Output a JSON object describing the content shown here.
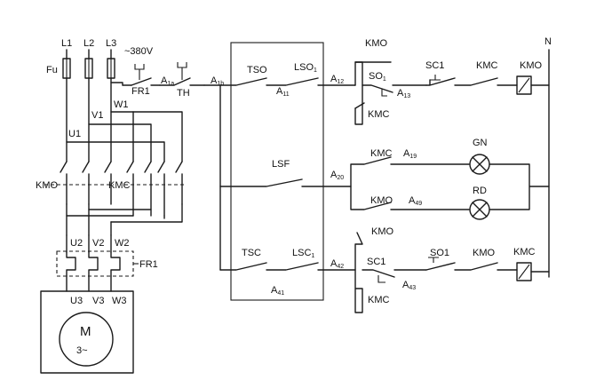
{
  "supply": {
    "phases": [
      "L1",
      "L2",
      "L3"
    ],
    "neutral": "N",
    "voltage": "~380V",
    "fuse": "Fu"
  },
  "power_circuit": {
    "intermediate": [
      "U1",
      "V1",
      "W1"
    ],
    "contactor_open": "KMO",
    "contactor_close": "KMC",
    "motor_terminals_top": [
      "U2",
      "V2",
      "W2"
    ],
    "overload_relay": "FR1",
    "motor_terminals": [
      "U3",
      "V3",
      "W3"
    ],
    "motor_label": "M",
    "motor_phase": "3~"
  },
  "control_circuit": {
    "fr1": "FR1",
    "th": "TH",
    "node_a1a": {
      "main": "A",
      "sub": "1a"
    },
    "node_a1b": {
      "main": "A",
      "sub": "1b"
    },
    "tso": "TSO",
    "lso1": {
      "main": "LSO",
      "sub": "1"
    },
    "node_a11": {
      "main": "A",
      "sub": "11"
    },
    "node_a12": {
      "main": "A",
      "sub": "12"
    },
    "kmo_top": "KMO",
    "so1_top": {
      "main": "SO",
      "sub": "1"
    },
    "node_a13": {
      "main": "A",
      "sub": "13"
    },
    "sc1_top": "SC1",
    "kmc_top": "KMC",
    "kmo_coil": "KMO",
    "kmc_hold": "KMC",
    "lsf": "LSF",
    "node_a20": {
      "main": "A",
      "sub": "20"
    },
    "kmc_gn": "KMC",
    "node_a19": {
      "main": "A",
      "sub": "19"
    },
    "gn": "GN",
    "kmo_rd": "KMO",
    "node_a49": {
      "main": "A",
      "sub": "49"
    },
    "rd": "RD",
    "kmo_hold": "KMO",
    "tsc": "TSC",
    "lsc1": {
      "main": "LSC",
      "sub": "1"
    },
    "node_a41": {
      "main": "A",
      "sub": "41"
    },
    "node_a42": {
      "main": "A",
      "sub": "42"
    },
    "sc1_bottom": "SC1",
    "node_a43": {
      "main": "A",
      "sub": "43"
    },
    "so1_bottom": "SO1",
    "kmo_bottom": "KMO",
    "kmc_coil": "KMC",
    "kmc_bottom_hold": "KMC"
  }
}
